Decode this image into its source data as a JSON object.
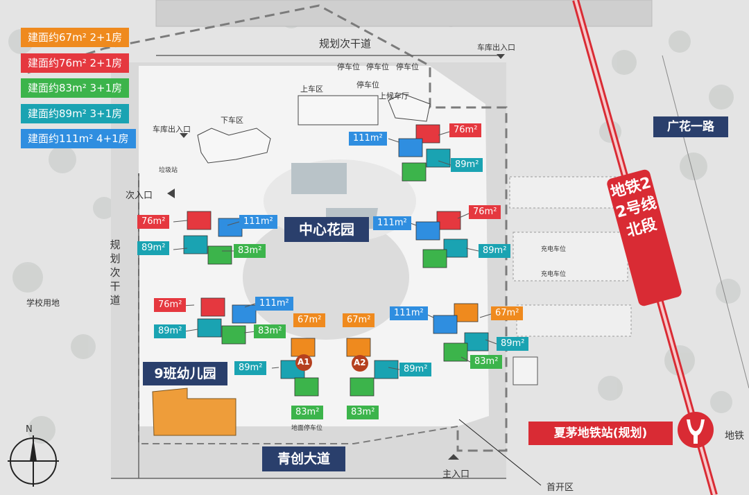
{
  "legend": [
    {
      "label": "建面约67m² 2+1房",
      "color": "#ef8a1e"
    },
    {
      "label": "建面约76m² 2+1房",
      "color": "#e5383f"
    },
    {
      "label": "建面约83m² 3+1房",
      "color": "#3cb44b"
    },
    {
      "label": "建面约89m² 3+1房",
      "color": "#1aa3b2"
    },
    {
      "label": "建面约111m² 4+1房",
      "color": "#2f8ee0"
    }
  ],
  "callouts": {
    "central_garden": "中心花园",
    "kindergarten": "9班幼儿园",
    "qingchuang_road": "青创大道",
    "guanghua_road": "广花一路",
    "metro_line": "地铁22号线北段",
    "metro_station": "夏茅地铁站(规划)"
  },
  "roads": {
    "north_secondary": "规划次干道",
    "west_secondary": "规划次干道",
    "school_land": "学校用地",
    "secondary_entrance": "次入口",
    "main_entrance": "主入口",
    "first_phase": "首开区",
    "garage_exit_ne": "车库出入口",
    "garage_exit_nw": "车库出入口",
    "metro": "地铁",
    "north_arrow": "N"
  },
  "small_labels": {
    "parking": "停车位",
    "upper_area": "上车区",
    "lower_area": "下车区",
    "upper_lobby": "上候车厅",
    "garbage": "垃圾站",
    "ground_parking": "地面停车位",
    "charging": "充电车位"
  },
  "unit_tags": [
    {
      "text": "76m²",
      "type": "76"
    },
    {
      "text": "111m²",
      "type": "111"
    },
    {
      "text": "89m²",
      "type": "89"
    },
    {
      "text": "76m²",
      "type": "76"
    },
    {
      "text": "111m²",
      "type": "111"
    },
    {
      "text": "89m²",
      "type": "89"
    },
    {
      "text": "83m²",
      "type": "83"
    },
    {
      "text": "111m²",
      "type": "111"
    },
    {
      "text": "76m²",
      "type": "76"
    },
    {
      "text": "89m²",
      "type": "89"
    },
    {
      "text": "76m²",
      "type": "76"
    },
    {
      "text": "111m²",
      "type": "111"
    },
    {
      "text": "89m²",
      "type": "89"
    },
    {
      "text": "83m²",
      "type": "83"
    },
    {
      "text": "67m²",
      "type": "67"
    },
    {
      "text": "67m²",
      "type": "67"
    },
    {
      "text": "111m²",
      "type": "111"
    },
    {
      "text": "67m²",
      "type": "67"
    },
    {
      "text": "89m²",
      "type": "89"
    },
    {
      "text": "83m²",
      "type": "83"
    },
    {
      "text": "89m²",
      "type": "89"
    },
    {
      "text": "89m²",
      "type": "89"
    },
    {
      "text": "83m²",
      "type": "83"
    },
    {
      "text": "83m²",
      "type": "83"
    }
  ],
  "buildings": {
    "a1": "A1",
    "a2": "A2"
  },
  "colors": {
    "67": "#ef8a1e",
    "76": "#e5383f",
    "83": "#3cb44b",
    "89": "#1aa3b2",
    "111": "#2f8ee0",
    "navy": "#2a3f6c",
    "metro_red": "#d92b34"
  }
}
